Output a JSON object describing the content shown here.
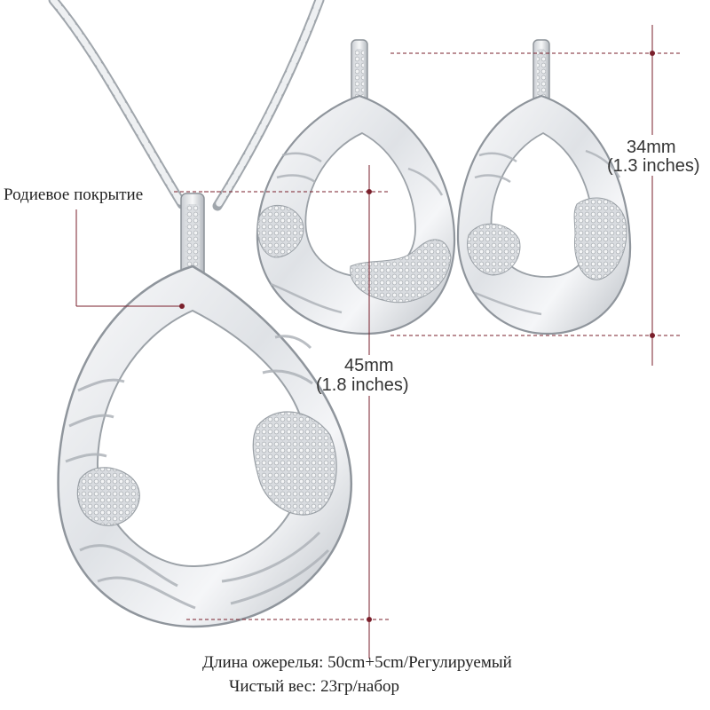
{
  "labels": {
    "plating": "Родиевое покрытие",
    "pendant_height_mm": "45mm",
    "pendant_height_in": "(1.8 inches)",
    "earring_height_mm": "34mm",
    "earring_height_in": "(1.3 inches)",
    "necklace_length": "Длина ожерелья: 50cm+5cm/Регулируемый",
    "net_weight": "Чистый вес: 23гр/набор"
  },
  "colors": {
    "background": "#ffffff",
    "dimension_line": "#7a1f2b",
    "metal_light": "#f4f5f7",
    "metal_mid": "#cfd3d8",
    "metal_dark": "#8f959c"
  }
}
